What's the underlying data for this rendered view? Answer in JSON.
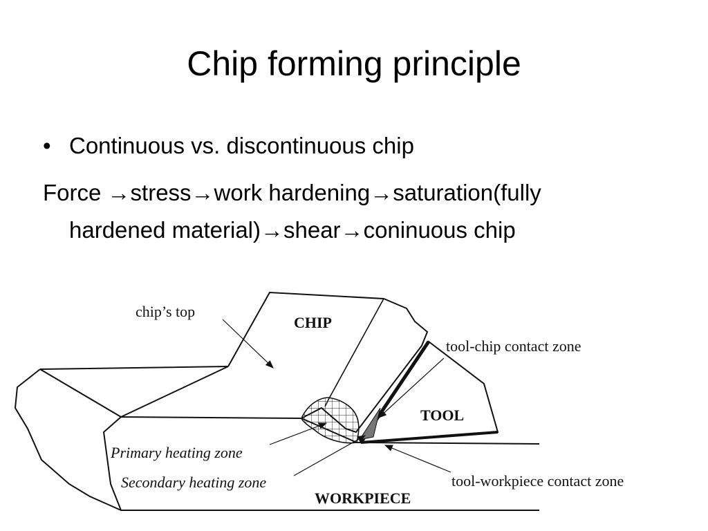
{
  "slide": {
    "title": "Chip forming principle",
    "bullet": "Continuous vs. discontinuous chip",
    "sequence": {
      "items": [
        "Force ",
        "stress",
        "work hardening",
        "saturation(fully",
        "hardened material)",
        "shear",
        "coninuous chip"
      ],
      "arrow": "→"
    }
  },
  "diagram": {
    "labels": {
      "chip_top": "chip’s top",
      "chip": "CHIP",
      "tool_chip_contact": "tool-chip contact zone",
      "tool": "TOOL",
      "primary_heating": "Primary heating zone",
      "secondary_heating": "Secondary heating zone",
      "workpiece": "WORKPIECE",
      "tool_workpiece_contact": "tool-workpiece contact zone"
    }
  }
}
